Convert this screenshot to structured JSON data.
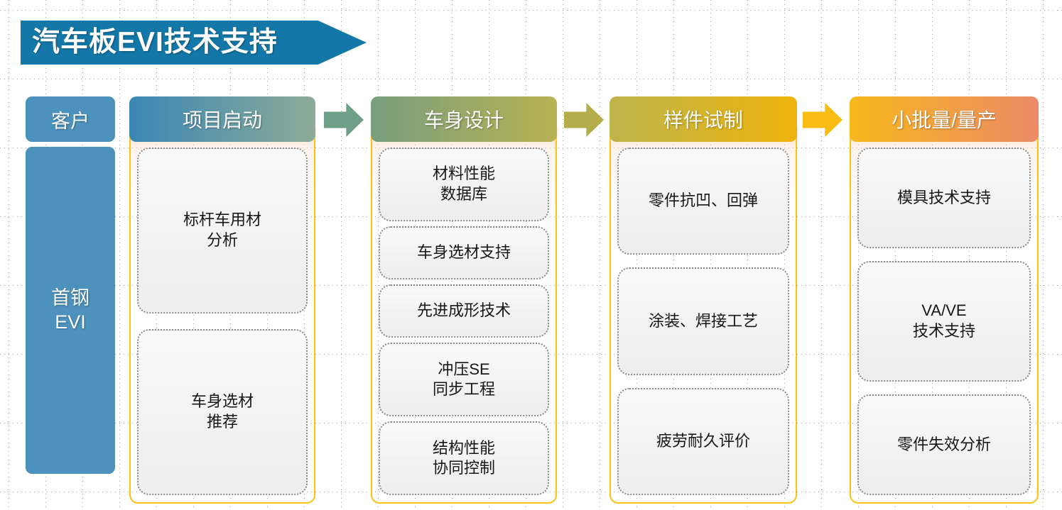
{
  "title": {
    "text": "汽车板EVI技术支持",
    "banner_color": "#1378A8"
  },
  "customer": {
    "header": "客户",
    "body_lines": [
      "首钢",
      "EVI"
    ],
    "color": "#4C92BC"
  },
  "phases": [
    {
      "header": "项目启动",
      "gradient_from": "#3a87b5",
      "gradient_to": "#8dab97",
      "items": [
        {
          "lines": [
            "标杆车用材",
            "分析"
          ]
        },
        {
          "lines": [
            "车身选材",
            "推荐"
          ]
        }
      ]
    },
    {
      "header": "车身设计",
      "gradient_from": "#7a9e7e",
      "gradient_to": "#b8b252",
      "items": [
        {
          "lines": [
            "材料性能",
            "数据库"
          ]
        },
        {
          "lines": [
            "车身选材支持"
          ]
        },
        {
          "lines": [
            "先进成形技术"
          ]
        },
        {
          "lines": [
            "冲压SE",
            "同步工程"
          ]
        },
        {
          "lines": [
            "结构性能",
            "协同控制"
          ]
        }
      ]
    },
    {
      "header": "样件试制",
      "gradient_from": "#bdb44d",
      "gradient_to": "#eeb30a",
      "items": [
        {
          "lines": [
            "零件抗凹、回弹"
          ]
        },
        {
          "lines": [
            "涂装、焊接工艺"
          ]
        },
        {
          "lines": [
            "疲劳耐久评价"
          ]
        }
      ]
    },
    {
      "header": "小批量/量产",
      "gradient_from": "#f7b81c",
      "gradient_to": "#ec8a66",
      "items": [
        {
          "lines": [
            "模具技术支持"
          ]
        },
        {
          "lines": [
            "VA/VE",
            "技术支持"
          ]
        },
        {
          "lines": [
            "零件失效分析"
          ]
        }
      ]
    }
  ],
  "arrows": [
    {
      "name": "arrow-1",
      "color": "#6f9f87"
    },
    {
      "name": "arrow-2",
      "color": "#b5ac4a"
    },
    {
      "name": "arrow-3",
      "color": "#f9bc12"
    }
  ],
  "theme": {
    "column_border": "#FFC20E",
    "card_border": "#8a8a8a"
  }
}
